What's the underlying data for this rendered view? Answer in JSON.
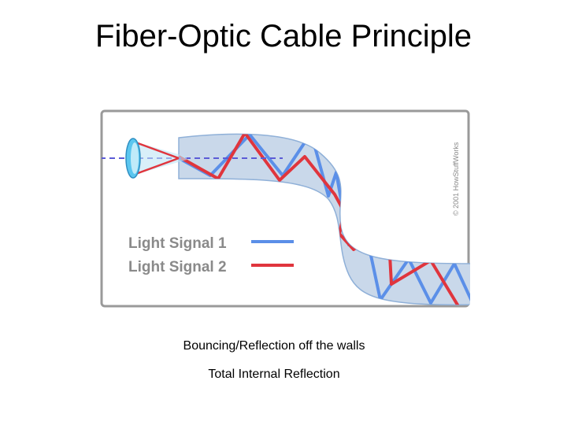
{
  "title": "Fiber-Optic Cable Principle",
  "figure": {
    "legend": [
      {
        "label": "Light Signal 1",
        "color": "#5b8fe8"
      },
      {
        "label": "Light Signal 2",
        "color": "#e0353d"
      }
    ],
    "credit": "© 2001 HowStuffWorks",
    "colors": {
      "frame_border": "#9a9a9a",
      "cable_fill": "#c9d8ea",
      "cable_edge": "#8fb0d8",
      "source": "#5bc6ef",
      "axis_line": "#5b5bd6"
    }
  },
  "captions": [
    "Bouncing/Reflection off the walls",
    "Total Internal Reflection"
  ]
}
